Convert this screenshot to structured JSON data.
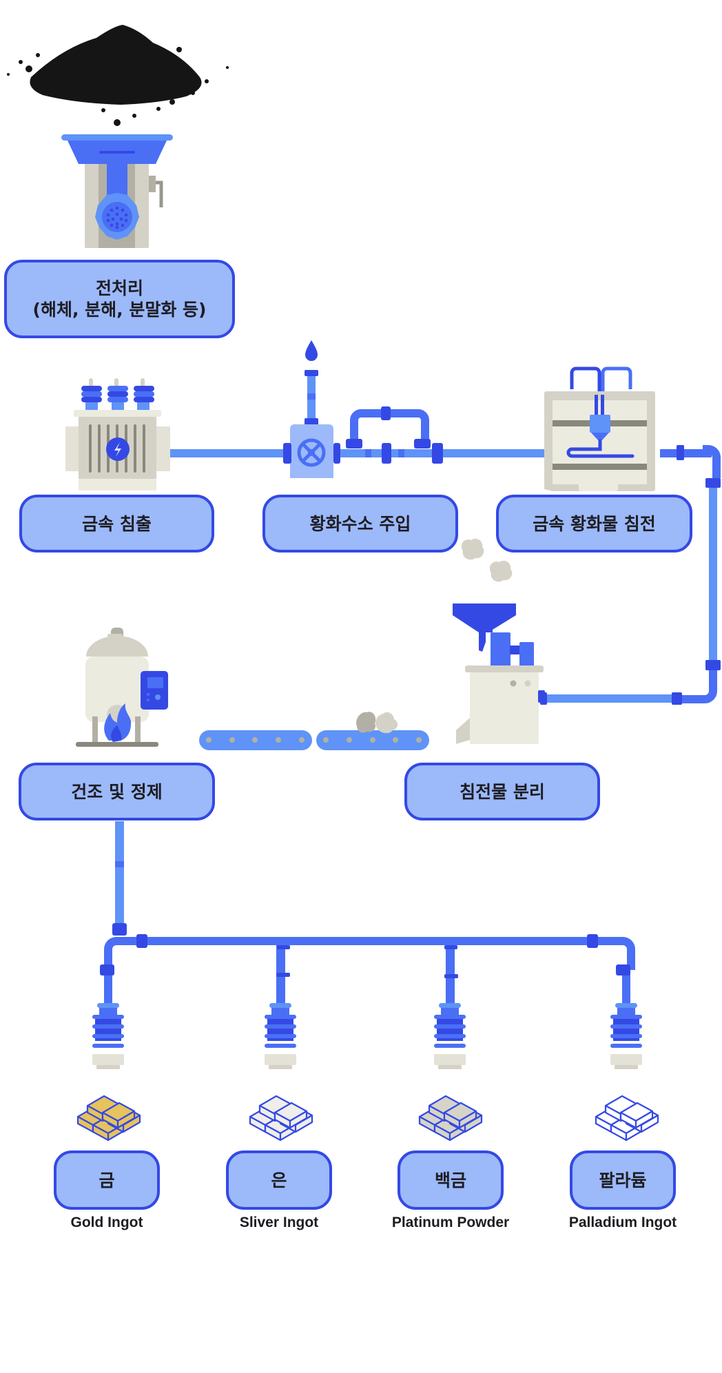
{
  "title": "폐기물 금속 회수 공정도",
  "colors": {
    "box_fill": "#9cb9fa",
    "box_border": "#3449e4",
    "pipe_light": "#5f93f7",
    "pipe_mid": "#4a6ff5",
    "pipe_dark": "#3449e4",
    "machine_beige": "#ecebe0",
    "machine_gray": "#d4d2c6",
    "gold": "#e6c35c",
    "silver": "#efeeea",
    "platinum": "#d6d4c8",
    "palladium": "#ffffff"
  },
  "steps": {
    "pretreatment": {
      "line1": "전처리",
      "line2": "(해체, 분해, 분말화 등)",
      "icon": "grinder-icon"
    },
    "leaching": {
      "label": "금속 침출",
      "icon": "transformer-icon"
    },
    "h2s_injection": {
      "label": "황화수소 주입",
      "icon": "valve-icon"
    },
    "sulfide_precipitation": {
      "label": "금속 황화물 침전",
      "icon": "printer-reactor-icon"
    },
    "precipitate_separation": {
      "label": "침전물 분리",
      "icon": "hopper-separator-icon"
    },
    "drying_refining": {
      "label": "건조 및 정제",
      "icon": "boiler-furnace-icon"
    }
  },
  "products": [
    {
      "label": "금",
      "caption": "Gold Ingot",
      "color": "#e6c35c"
    },
    {
      "label": "은",
      "caption": "Sliver Ingot",
      "color": "#efeeea"
    },
    {
      "label": "백금",
      "caption": "Platinum Powder",
      "color": "#d6d4c8"
    },
    {
      "label": "팔라듐",
      "caption": "Palladium Ingot",
      "color": "#ffffff"
    }
  ]
}
